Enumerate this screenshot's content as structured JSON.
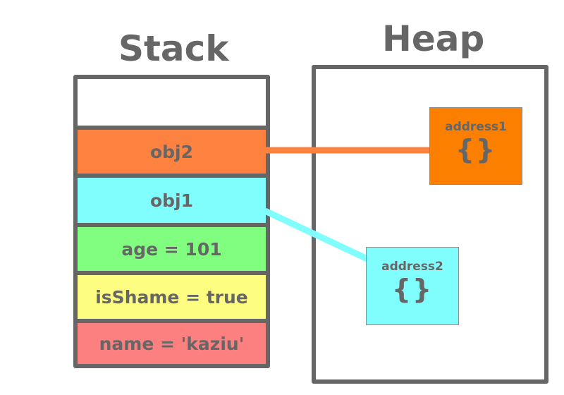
{
  "stack": {
    "title": "Stack",
    "cells": [
      {
        "label": "obj2",
        "color": "#fd823f"
      },
      {
        "label": "obj1",
        "color": "#80fdfd"
      },
      {
        "label": "age = 101",
        "color": "#81fd80"
      },
      {
        "label": "isShame = true",
        "color": "#fdfd82"
      },
      {
        "label": "name = 'kaziu'",
        "color": "#fd8080"
      }
    ]
  },
  "heap": {
    "title": "Heap",
    "objects": [
      {
        "address": "address1",
        "symbol": "{}",
        "color": "#fd7f00"
      },
      {
        "address": "address2",
        "symbol": "{}",
        "color": "#80fdfd"
      }
    ]
  },
  "colors": {
    "outline": "#666666",
    "text": "#666666",
    "pointer_obj2": "#fd823f",
    "pointer_obj1": "#80fdfd"
  }
}
